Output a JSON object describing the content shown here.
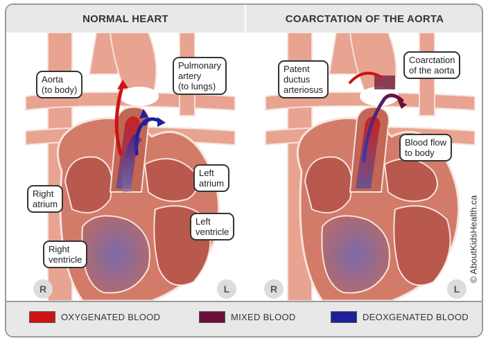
{
  "panels": {
    "left_title": "NORMAL HEART",
    "right_title": "COARCTATION OF THE AORTA"
  },
  "labels": {
    "aorta": "Aorta\n(to body)",
    "pulmonary_artery": "Pulmonary\nartery\n(to lungs)",
    "left_atrium": "Left\natrium",
    "right_atrium": "Right\natrium",
    "left_ventricle": "Left\nventricle",
    "right_ventricle": "Right\nventricle",
    "pda": "Patent\nductus\narteriosus",
    "coarctation": "Coarctation\nof the aorta",
    "blood_flow": "Blood flow\nto body"
  },
  "markers": {
    "right": "R",
    "left": "L"
  },
  "copyright": "© AboutKidsHealth.ca",
  "legend": {
    "oxygenated": "OXYGENATED BLOOD",
    "mixed": "MIXED BLOOD",
    "deoxygenated": "DEOXGENATED BLOOD"
  },
  "colors": {
    "oxygenated": "#cc1414",
    "mixed": "#6b0f3a",
    "deoxygenated": "#1f1f9a",
    "vessel": "#e8a391",
    "muscle": "#c26655"
  }
}
